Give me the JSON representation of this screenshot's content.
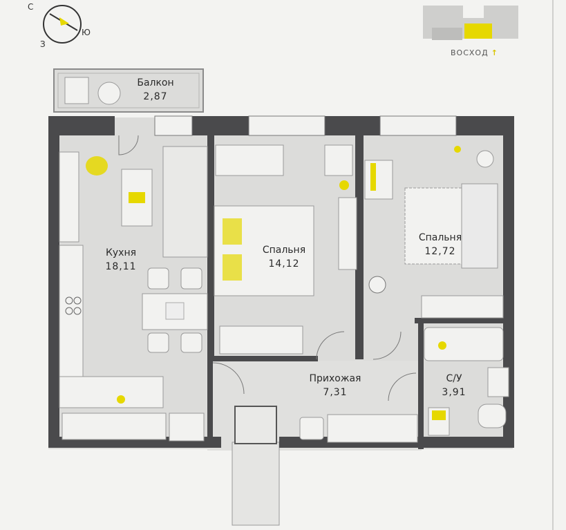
{
  "compass": {
    "north": "С",
    "south": "Ю",
    "west": "З"
  },
  "orientation": {
    "sunrise_label": "ВОСХОД",
    "arrow": "↑"
  },
  "rooms": {
    "balcony": {
      "name": "Балкон",
      "area": "2,87"
    },
    "kitchen": {
      "name": "Кухня",
      "area": "18,11"
    },
    "bedroom_middle": {
      "name": "Спальня",
      "area": "14,12"
    },
    "bedroom_right": {
      "name": "Спальня",
      "area": "12,72"
    },
    "hallway": {
      "name": "Прихожая",
      "area": "7,31"
    },
    "bathroom": {
      "name": "С/У",
      "area": "3,91"
    }
  },
  "colors": {
    "wall": "#4a4a4c",
    "floor": "#dcdcda",
    "accent": "#e6d800",
    "furniture": "#f2f2f0"
  }
}
